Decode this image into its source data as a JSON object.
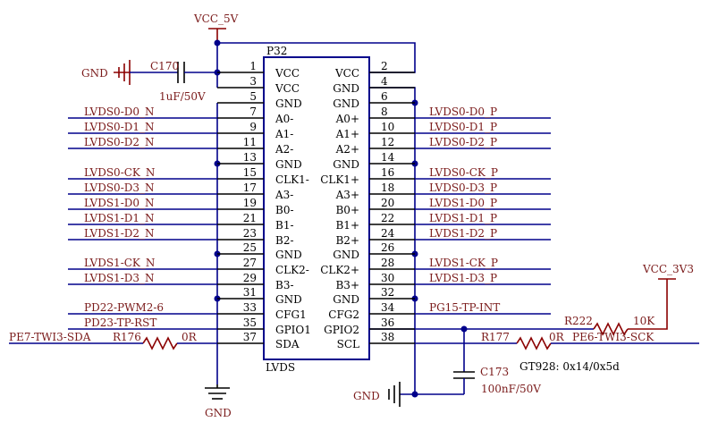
{
  "header": {
    "part_ref": "P32",
    "part_name": "LVDS"
  },
  "power": {
    "vcc5": "VCC_5V",
    "vcc33": "VCC_3V3",
    "gnd_left": "GND",
    "gnd_bottom": "GND",
    "gnd_right": "GND"
  },
  "components": {
    "c170_ref": "C170",
    "c170_val": "1uF/50V",
    "c173_ref": "C173",
    "c173_val": "100nF/50V",
    "r176_ref": "R176",
    "r176_val": "0R",
    "r177_ref": "R177",
    "r177_val": "0R",
    "r222_ref": "R222",
    "r222_val": "10K"
  },
  "note": "GT928: 0x14/0x5d",
  "left_pins": [
    {
      "num": "1",
      "name": "VCC",
      "net": ""
    },
    {
      "num": "3",
      "name": "VCC",
      "net": ""
    },
    {
      "num": "5",
      "name": "GND",
      "net": ""
    },
    {
      "num": "7",
      "name": "A0-",
      "net": "LVDS0-D0_N"
    },
    {
      "num": "9",
      "name": "A1-",
      "net": "LVDS0-D1_N"
    },
    {
      "num": "11",
      "name": "A2-",
      "net": "LVDS0-D2_N"
    },
    {
      "num": "13",
      "name": "GND",
      "net": ""
    },
    {
      "num": "15",
      "name": "CLK1-",
      "net": "LVDS0-CK_N"
    },
    {
      "num": "17",
      "name": "A3-",
      "net": "LVDS0-D3_N"
    },
    {
      "num": "19",
      "name": "B0-",
      "net": "LVDS1-D0_N"
    },
    {
      "num": "21",
      "name": "B1-",
      "net": "LVDS1-D1_N"
    },
    {
      "num": "23",
      "name": "B2-",
      "net": "LVDS1-D2_N"
    },
    {
      "num": "25",
      "name": "GND",
      "net": ""
    },
    {
      "num": "27",
      "name": "CLK2-",
      "net": "LVDS1-CK_N"
    },
    {
      "num": "29",
      "name": "B3-",
      "net": "LVDS1-D3_N"
    },
    {
      "num": "31",
      "name": "GND",
      "net": ""
    },
    {
      "num": "33",
      "name": "CFG1",
      "net": "PD22-PWM2-6"
    },
    {
      "num": "35",
      "name": "GPIO1",
      "net": "PD23-TP-RST"
    },
    {
      "num": "37",
      "name": "SDA",
      "net": "PE7-TWI3-SDA"
    }
  ],
  "right_pins": [
    {
      "num": "2",
      "name": "VCC",
      "net": ""
    },
    {
      "num": "4",
      "name": "GND",
      "net": ""
    },
    {
      "num": "6",
      "name": "GND",
      "net": ""
    },
    {
      "num": "8",
      "name": "A0+",
      "net": "LVDS0-D0_P"
    },
    {
      "num": "10",
      "name": "A1+",
      "net": "LVDS0-D1_P"
    },
    {
      "num": "12",
      "name": "A2+",
      "net": "LVDS0-D2_P"
    },
    {
      "num": "14",
      "name": "GND",
      "net": ""
    },
    {
      "num": "16",
      "name": "CLK1+",
      "net": "LVDS0-CK_P"
    },
    {
      "num": "18",
      "name": "A3+",
      "net": "LVDS0-D3_P"
    },
    {
      "num": "20",
      "name": "B0+",
      "net": "LVDS1-D0_P"
    },
    {
      "num": "22",
      "name": "B1+",
      "net": "LVDS1-D1_P"
    },
    {
      "num": "24",
      "name": "B2+",
      "net": "LVDS1-D2_P"
    },
    {
      "num": "26",
      "name": "GND",
      "net": ""
    },
    {
      "num": "28",
      "name": "CLK2+",
      "net": "LVDS1-CK_P"
    },
    {
      "num": "30",
      "name": "B3+",
      "net": "LVDS1-D3_P"
    },
    {
      "num": "32",
      "name": "GND",
      "net": ""
    },
    {
      "num": "34",
      "name": "CFG2",
      "net": "PG15-TP-INT"
    },
    {
      "num": "36",
      "name": "GPIO2",
      "net": ""
    },
    {
      "num": "38",
      "name": "SCL",
      "net": "PE6-TWI3-SCK"
    }
  ]
}
